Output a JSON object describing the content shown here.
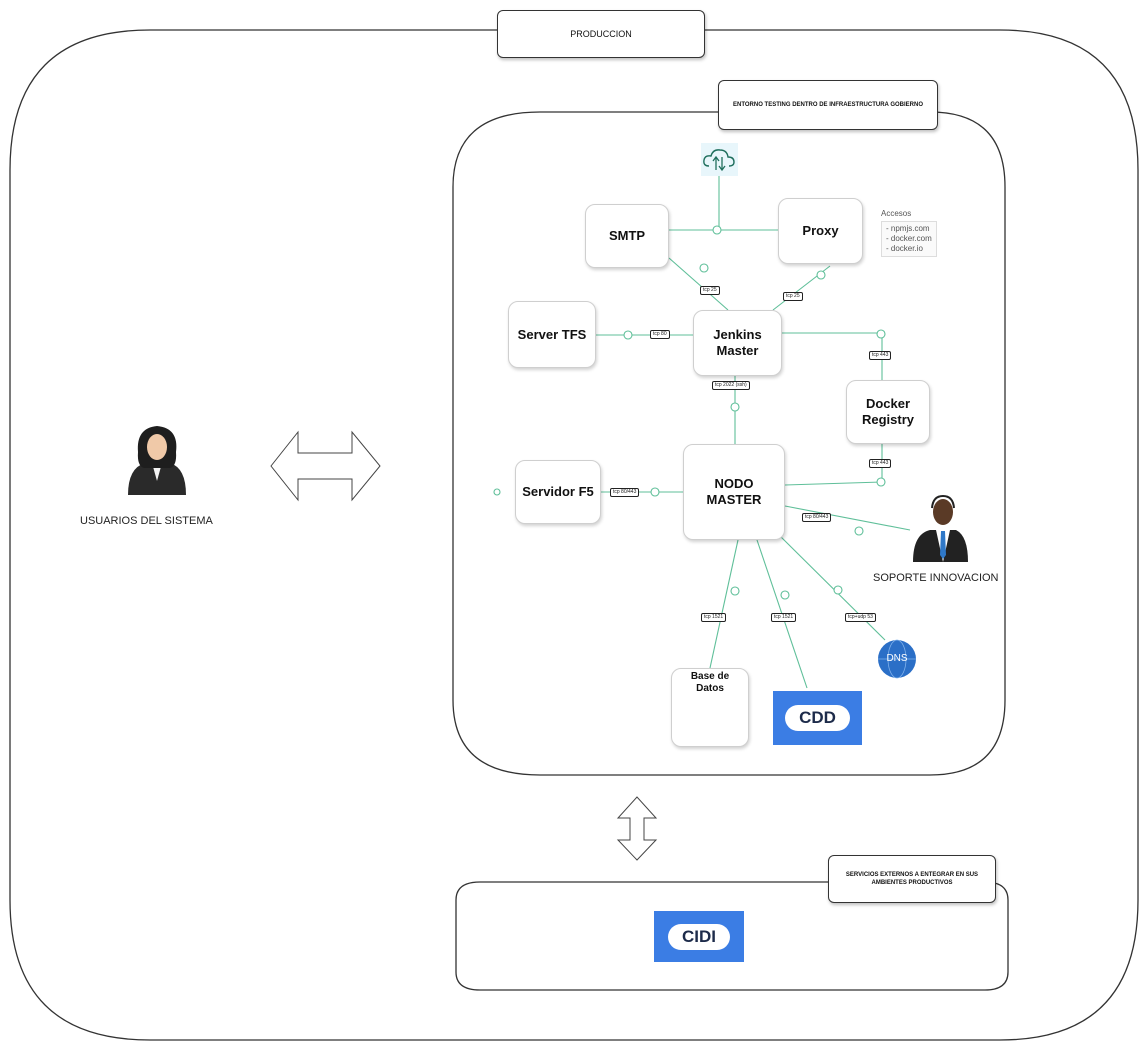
{
  "regions": {
    "production_label": "PRODUCCION",
    "testing_label": "ENTORNO TESTING DENTRO DE  INFRAESTRUCTURA GOBIERNO",
    "external_label": "SERVICIOS EXTERNOS A ENTEGRAR EN SUS AMBIENTES PRODUCTIVOS"
  },
  "actors": {
    "users_label": "USUARIOS DEL SISTEMA",
    "support_label": "SOPORTE INNOVACION"
  },
  "nodes": {
    "smtp": "SMTP",
    "proxy": "Proxy",
    "server_tfs": "Server TFS",
    "jenkins_master": "Jenkins Master",
    "docker_registry": "Docker Registry",
    "servidor_f5": "Servidor F5",
    "nodo_master": "NODO MASTER",
    "base_datos": "Base de Datos",
    "dns": "DNS",
    "cdd": "CDD",
    "cidi": "CIDI"
  },
  "notes": {
    "title": "Accesos",
    "items": [
      "- npmjs.com",
      "- docker.com",
      "- docker.io"
    ]
  },
  "ports": {
    "smtp_jenkins": "tcp 25",
    "proxy_jenkins": "tcp 25",
    "tfs_jenkins": "tcp 80",
    "jenkins_docker": "tcp 443",
    "jenkins_nodo": "tcp 2022 (ssh)",
    "docker_nodo": "tcp 443",
    "f5_nodo": "tcp 80/443",
    "soporte_nodo": "tcp 80/443",
    "db_nodo": "tcp 1521",
    "cdd_nodo": "tcp 1521",
    "dns_nodo": "tcp+udp 53"
  },
  "colors": {
    "connector": "#5fbf99",
    "cloud_logo": "#3b7de4",
    "dns_fill": "#2b6fc7",
    "border": "#333333"
  },
  "icons": {
    "cloud_sync": "cloud-upload-download-icon",
    "woman": "businesswoman-icon",
    "man": "support-agent-icon",
    "database": "database-cylinder-icon",
    "dns": "dns-globe-icon"
  }
}
